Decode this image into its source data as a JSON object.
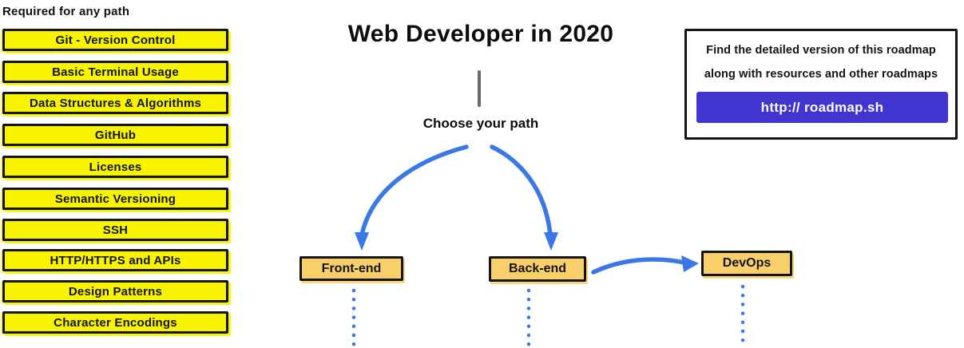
{
  "left_panel": {
    "header": "Required for any path",
    "items": [
      "Git - Version Control",
      "Basic Terminal Usage",
      "Data Structures & Algorithms",
      "GitHub",
      "Licenses",
      "Semantic Versioning",
      "SSH",
      "HTTP/HTTPS and APIs",
      "Design Patterns",
      "Character Encodings"
    ]
  },
  "center": {
    "title": "Web Developer in 2020",
    "choose_label": "Choose your path",
    "paths": {
      "frontend": "Front-end",
      "backend": "Back-end",
      "devops": "DevOps"
    }
  },
  "info_box": {
    "line1": "Find the detailed version of this roadmap",
    "line2": "along with resources and other roadmaps",
    "button_label": "http:// roadmap.sh"
  },
  "colors": {
    "topic_yellow": "#f8f400",
    "path_node_orange": "#f9cf6b",
    "arrow_blue": "#3b78e7",
    "button_purple": "#4134d0",
    "connector_gray": "#6a6a6a",
    "border_black": "#141414"
  }
}
